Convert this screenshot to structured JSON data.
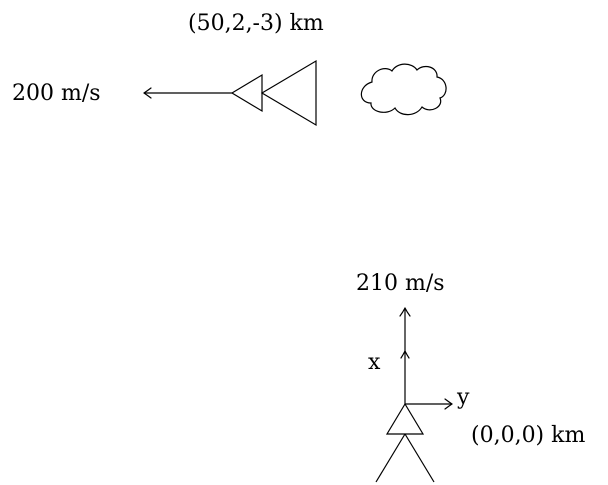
{
  "aircraft": {
    "position_label": "(50,2,-3) km",
    "velocity_label": "200 m/s"
  },
  "observer": {
    "velocity_label": "210 m/s",
    "position_label": "(0,0,0) km"
  },
  "axes": {
    "x_label": "x",
    "y_label": "y"
  },
  "colors": {
    "stroke": "#000000",
    "background": "#ffffff"
  },
  "icons": {
    "aircraft": "aircraft-icon",
    "cloud": "cloud-icon",
    "observer": "observer-icon"
  }
}
